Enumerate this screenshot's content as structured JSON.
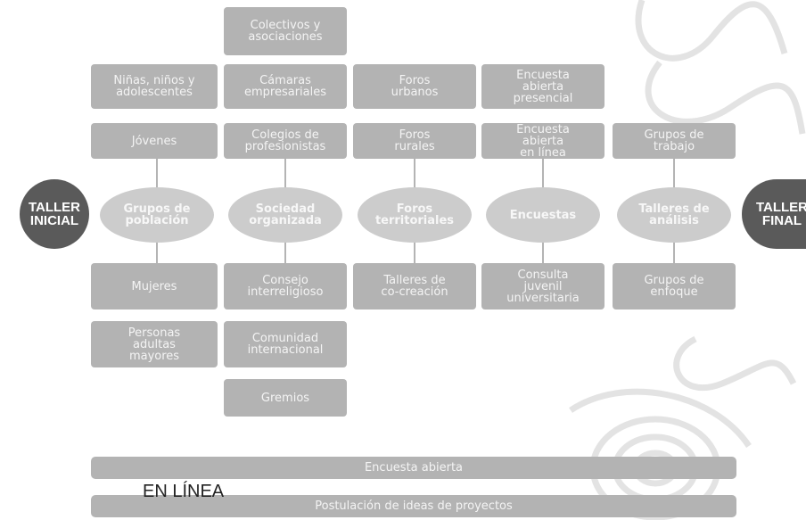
{
  "taller_inicial": "TALLER\nINICIAL",
  "taller_final": "TALLER\nFINAL",
  "columns": [
    {
      "hub": "Grupos de\npoblación",
      "above": [
        "Niñas, niños y\nadolescentes",
        "Jóvenes"
      ],
      "below": [
        "Mujeres",
        "Personas\nadultas\nmayores"
      ]
    },
    {
      "hub": "Sociedad\norganizada",
      "above": [
        "Colectivos y\nasociaciones",
        "Cámaras\nempresariales",
        "Colegios de\nprofesionistas"
      ],
      "below": [
        "Consejo\ninterreligioso",
        "Comunidad\ninternacional",
        "Gremios"
      ]
    },
    {
      "hub": "Foros\nterritoriales",
      "above": [
        "Foros\nurbanos",
        "Foros\nrurales"
      ],
      "below": [
        "Talleres de\nco-creación"
      ]
    },
    {
      "hub": "Encuestas",
      "above": [
        "Encuesta\nabierta\npresencial",
        "Encuesta\nabierta\nen línea"
      ],
      "below": [
        "Consulta\njuvenil\nuniversitaria"
      ]
    },
    {
      "hub": "Talleres de\nanálisis",
      "above": [
        "Grupos de\ntrabajo"
      ],
      "below": [
        "Grupos de\nenfoque"
      ]
    }
  ],
  "online_label": "EN LÍNEA",
  "online_bars": [
    "Encuesta abierta",
    "Postulación de ideas de proyectos"
  ],
  "colors": {
    "box": "#b3b3b3",
    "hub": "#cccccc",
    "taller": "#5a5a5a",
    "ornament": "#e3e3e3"
  }
}
